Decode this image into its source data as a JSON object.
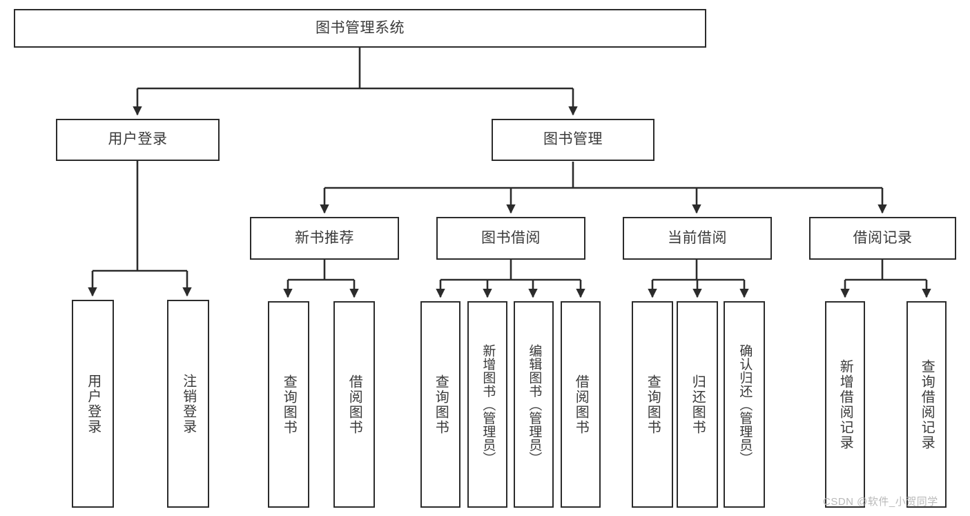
{
  "diagram": {
    "title": "图书管理系统",
    "type": "tree-hierarchy",
    "colors": {
      "box_border": "#2b2b2b",
      "box_fill": "#ffffff",
      "connector": "#2b2b2b",
      "text": "#3a3a3a",
      "watermark": "#b9b9b9",
      "background": "#ffffff"
    },
    "root": {
      "label": "图书管理系统"
    },
    "level2": [
      {
        "label": "用户登录"
      },
      {
        "label": "图书管理"
      }
    ],
    "level3": [
      {
        "label": "新书推荐"
      },
      {
        "label": "图书借阅"
      },
      {
        "label": "当前借阅"
      },
      {
        "label": "借阅记录"
      }
    ],
    "leaves": {
      "user_login": [
        {
          "label": "用户登录"
        },
        {
          "label": "注销登录"
        }
      ],
      "new_book_recommend": [
        {
          "label": "查询图书"
        },
        {
          "label": "借阅图书"
        }
      ],
      "book_borrow": [
        {
          "label": "查询图书"
        },
        {
          "label": "新增图书（管理员）"
        },
        {
          "label": "编辑图书（管理员）"
        },
        {
          "label": "借阅图书"
        }
      ],
      "current_borrow": [
        {
          "label": "查询图书"
        },
        {
          "label": "归还图书"
        },
        {
          "label": "确认归还（管理员）"
        }
      ],
      "borrow_record": [
        {
          "label": "新增借阅记录"
        },
        {
          "label": "查询借阅记录"
        }
      ]
    }
  },
  "watermark": {
    "text": "CSDN @软件_小贺同学"
  }
}
